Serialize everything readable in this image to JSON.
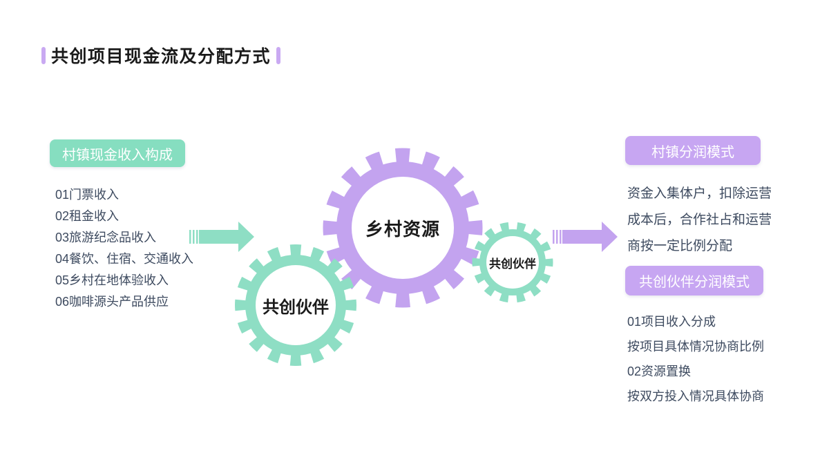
{
  "colors": {
    "teal": "#8EDEC4",
    "teal-box": "#86DEC0",
    "purple": "#C3A3EF",
    "purple-box": "#C7A6F2",
    "bracket": "#C9A9F2",
    "text": "#3D4A5F",
    "title": "#1A1A1A"
  },
  "title": {
    "text": "共创项目现金流及分配方式"
  },
  "left": {
    "header": "村镇现金收入构成",
    "items": [
      "01门票收入",
      "02租金收入",
      "03旅游纪念品收入",
      "04餐饮、住宿、交通收入",
      "05乡村在地体验收入",
      "06咖啡源头产品供应"
    ]
  },
  "gears": {
    "center_label": "乡村资源",
    "left_label": "共创伙伴",
    "right_label": "共创伙伴"
  },
  "right": {
    "header1": "村镇分润模式",
    "paragraph_lines": [
      "资金入集体户，扣除运营",
      "成本后，合作社占和运营",
      "商按一定比例分配"
    ],
    "header2": "共创伙伴分润模式",
    "items": [
      "01项目收入分成",
      "按项目具体情况协商比例",
      "02资源置换",
      "按双方投入情况具体协商"
    ]
  }
}
